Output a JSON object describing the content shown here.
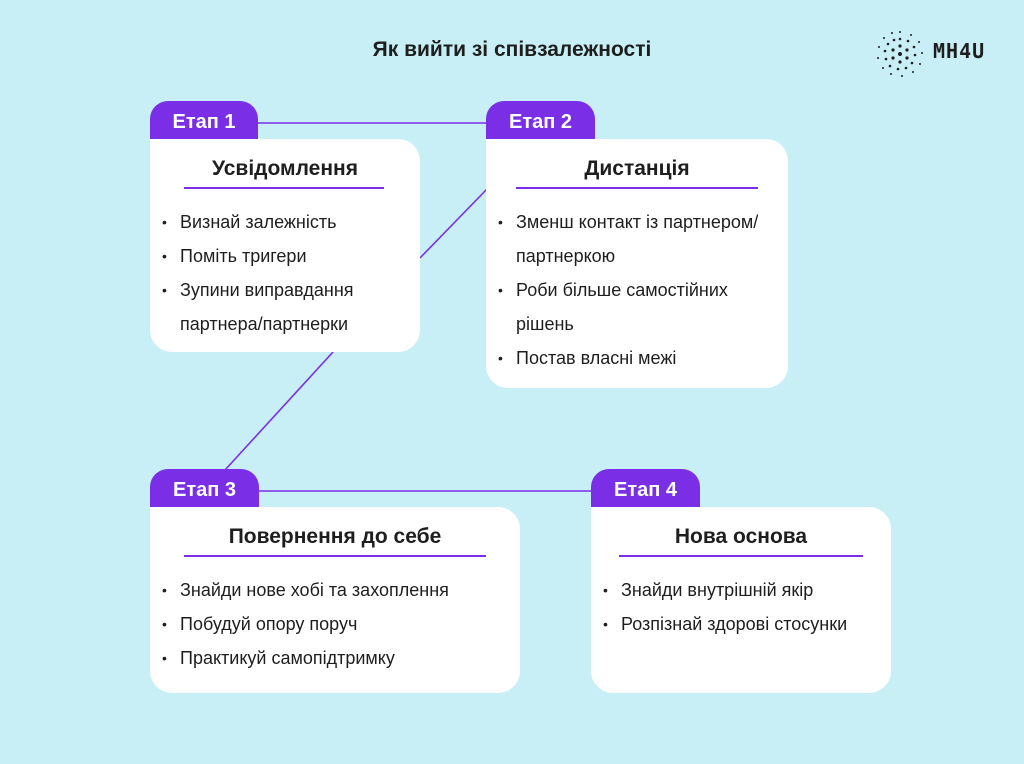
{
  "title": "Як вийти зі співзалежності",
  "logo": {
    "wordmark": "MH4U"
  },
  "colors": {
    "background": "#c8eff6",
    "accent": "#7a2ee6",
    "card": "#ffffff",
    "text": "#1e1e1e"
  },
  "stages": [
    {
      "tab": "Етап 1",
      "title": "Усвідомлення",
      "items": [
        "Визнай залежність",
        "Поміть тригери",
        "Зупини виправдання партнера/партнерки"
      ]
    },
    {
      "tab": "Етап 2",
      "title": "Дистанція",
      "items": [
        "Зменш контакт із партнером/партнеркою",
        "Роби більше самостійних рішень",
        "Постав власні межі"
      ]
    },
    {
      "tab": "Етап 3",
      "title": "Повернення до себе",
      "items": [
        "Знайди нове хобі та захоплення",
        "Побудуй опору поруч",
        "Практикуй самопідтримку"
      ]
    },
    {
      "tab": "Етап 4",
      "title": "Нова основа",
      "items": [
        "Знайди внутрішній якір",
        "Розпізнай здорові стосунки"
      ]
    }
  ]
}
